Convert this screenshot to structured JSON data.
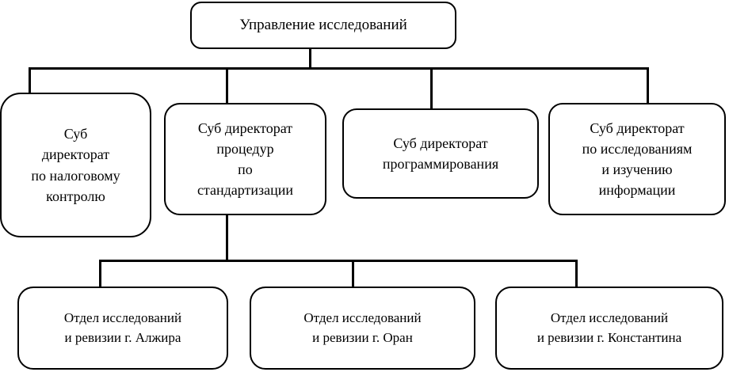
{
  "diagram": {
    "type": "organizational-chart",
    "language": "ru",
    "orientation": "top-down",
    "colors": {
      "stroke": "#000000",
      "fill": "#ffffff",
      "text": "#000000"
    },
    "levels": [
      {
        "index": 1,
        "nodes": [
          {
            "id": "root",
            "label": "Управление исследований"
          }
        ]
      },
      {
        "index": 2,
        "nodes": [
          {
            "id": "tax",
            "label": "Суб\nдиректорат\nпо налоговому\nконтролю"
          },
          {
            "id": "standard",
            "label": "Суб директорат\nпроцедур\nпо\nстандартизации"
          },
          {
            "id": "programming",
            "label": "Суб директорат\nпрограммирования"
          },
          {
            "id": "research",
            "label": "Суб директорат\nпо исследованиям\nи изучению\nинформации"
          }
        ]
      },
      {
        "index": 3,
        "nodes": [
          {
            "id": "alger",
            "label": "Отдел исследований\nи ревизии г. Алжира"
          },
          {
            "id": "oran",
            "label": "Отдел исследований\nи ревизии г. Оран"
          },
          {
            "id": "constantine",
            "label": "Отдел исследований\nи ревизии г. Константина"
          }
        ]
      }
    ],
    "edges": [
      {
        "from": "root",
        "to": "tax"
      },
      {
        "from": "root",
        "to": "standard"
      },
      {
        "from": "root",
        "to": "programming"
      },
      {
        "from": "root",
        "to": "research"
      },
      {
        "from": "standard",
        "to": "alger"
      },
      {
        "from": "standard",
        "to": "oran"
      },
      {
        "from": "standard",
        "to": "constantine"
      }
    ]
  }
}
